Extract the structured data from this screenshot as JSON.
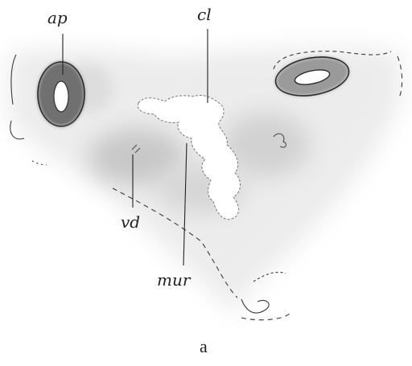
{
  "figure": {
    "labels": {
      "ap": "ap",
      "cl": "cl",
      "vd": "vd",
      "mur": "mur"
    },
    "caption": "a",
    "ink_color": "#2a2a2a",
    "tissue_color": "#c9c9c9"
  }
}
